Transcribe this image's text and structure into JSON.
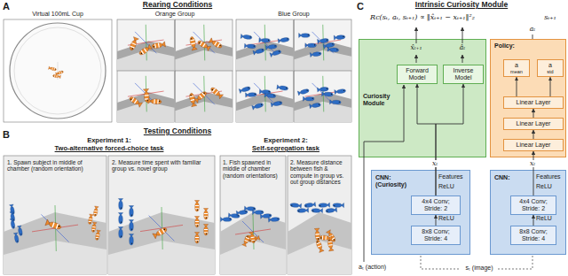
{
  "diagram": {
    "nodes": [
      {
        "text": [
          "Curiosity Module"
        ]
      },
      {
        "text": [
          "Forward Model"
        ],
        "in": 0
      },
      {
        "text": [
          "Inverse Model"
        ],
        "in": 0
      },
      {
        "text": [
          "Policy:"
        ]
      },
      {
        "text": [
          "a",
          "mean"
        ],
        "in": 3
      },
      {
        "text": [
          "a",
          "std"
        ],
        "in": 3
      },
      {
        "text": [
          "Linear Layer"
        ],
        "in": 3
      },
      {
        "text": [
          "Linear Layer"
        ],
        "in": 3
      },
      {
        "text": [
          "Linear Layer"
        ],
        "in": 3
      },
      {
        "text": [
          "CNN: (Curiosity)"
        ]
      },
      {
        "text": [
          "4x4 Conv; Stride: 2"
        ],
        "in": 9
      },
      {
        "text": [
          "8x8 Conv; Stride: 4"
        ],
        "in": 9
      },
      {
        "text": [
          "CNN:"
        ]
      },
      {
        "text": [
          "4x4 Conv; Stride: 2"
        ],
        "in": 12
      },
      {
        "text": [
          "8x8 Conv; Stride: 4"
        ],
        "in": 12
      }
    ],
    "edges": [
      {
        "from": 11,
        "to": 10,
        "arrow": "to"
      },
      {
        "from": 10,
        "to": 1,
        "label": "xₜ",
        "arrow": "to"
      },
      {
        "from": 10,
        "to": 2,
        "arrow": "to"
      },
      {
        "from": 14,
        "to": 13,
        "arrow": "to"
      },
      {
        "from": 13,
        "to": 8,
        "label": "xₜ",
        "arrow": "to"
      },
      {
        "from": 8,
        "to": 7,
        "arrow": "to"
      },
      {
        "from": 7,
        "to": 6,
        "arrow": "to"
      },
      {
        "from": 6,
        "to": 4,
        "arrow": "to"
      },
      {
        "from": 6,
        "to": 5,
        "arrow": "to"
      }
    ],
    "labels": [
      "A",
      "Rearing Conditions",
      "Virtual 100mL Cup",
      "Orange Group",
      "Blue Group",
      "B",
      "Testing Conditions",
      "Experiment 1:",
      "Two-alternative forced-choice task",
      "Experiment 2:",
      "Self-segregation task",
      "1. Spawn subject in middle of chamber (random orientation)",
      "2. Measure time spent with familiar group vs. novel group",
      "1. Fish spawned in middle of chamber (random orientations)",
      "2. Measure distance between fish & compute in group vs. out group distances",
      "C",
      "Intrinsic Curiosity Module",
      "Rc(sₜ, aₜ, sₜ₊₁) ∝ ‖x̂ₜ₊₁ − xₜ₊₁‖²₂",
      "sₜ₊₁",
      "x̂ₜ₊₁",
      "âₜ",
      "aₜ",
      "Features",
      "ReLU",
      "ReLU",
      "Features",
      "ReLU",
      "ReLU",
      "aₜ (action)",
      "sₜ (image)"
    ]
  }
}
